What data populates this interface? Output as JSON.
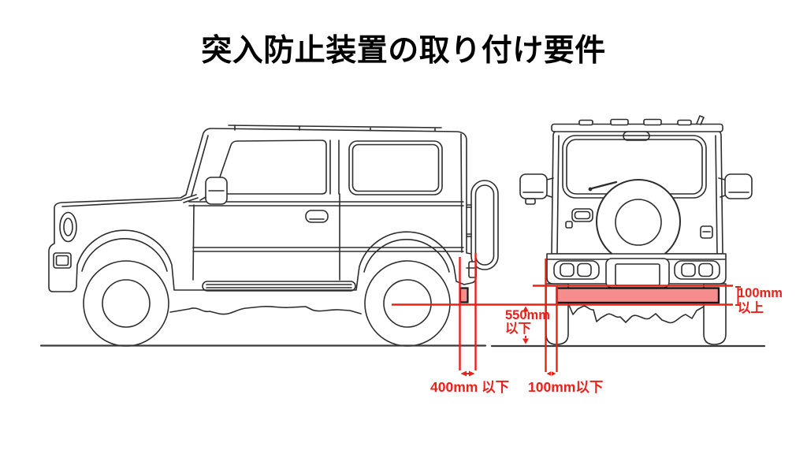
{
  "title": "突入防止装置の取り付け要件",
  "annotations": {
    "rear_overhang": {
      "label": "400mm 以下"
    },
    "lateral_edge": {
      "label": "100mm以下"
    },
    "ground_clearance": {
      "lines": [
        "550mm",
        "以下"
      ]
    },
    "device_height": {
      "lines": [
        "100mm",
        "以上"
      ]
    }
  },
  "colors": {
    "annotation_red": "#e8211a",
    "device_fill": "#f58d8d",
    "line_art": "#2d2d2d"
  }
}
